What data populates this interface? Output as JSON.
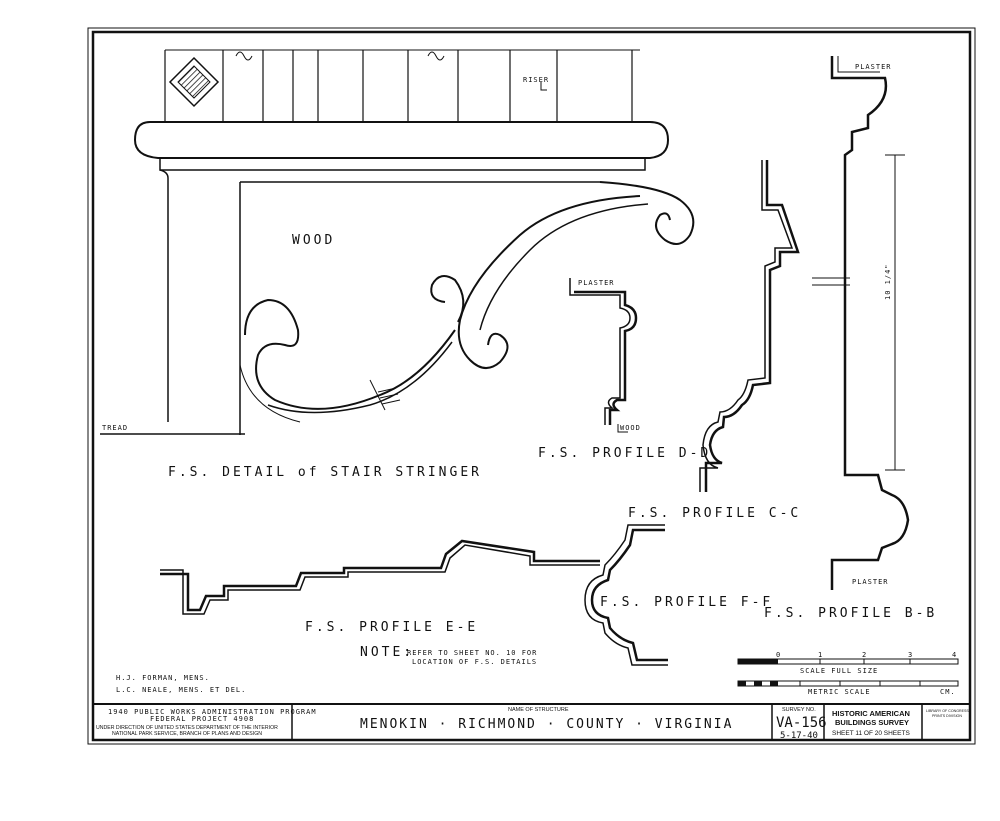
{
  "drawing": {
    "wood_label": "WOOD",
    "riser_label": "RISER",
    "tread_label": "TREAD",
    "plaster_label_1": "PLASTER",
    "plaster_label_2": "PLASTER",
    "plaster_label_3": "PLASTER",
    "wood_small_label": "WOOD",
    "dimension_label": "10 1/4\"",
    "titles": {
      "stair_stringer": "F.S. DETAIL of STAIR STRINGER",
      "profile_dd": "F.S. PROFILE D-D",
      "profile_cc": "F.S. PROFILE C-C",
      "profile_ff": "F.S. PROFILE F-F",
      "profile_bb": "F.S. PROFILE B-B",
      "profile_ee": "F.S. PROFILE E-E"
    },
    "note_prefix": "NOTE:",
    "note_line1": "REFER TO SHEET NO. 10 FOR",
    "note_line2": "LOCATION OF F.S. DETAILS",
    "credit_line1": "H.J. FORMAN, MENS.",
    "credit_line2": "L.C. NEALE, MENS. ET DEL.",
    "scale_ticks": [
      "0",
      "1",
      "2",
      "3",
      "4"
    ],
    "scale_full_label": "SCALE FULL SIZE",
    "metric_label": "METRIC SCALE",
    "cm_label": "CM."
  },
  "title_block": {
    "program_line1": "1940 PUBLIC WORKS ADMINISTRATION PROGRAM",
    "program_line2": "FEDERAL PROJECT 4908",
    "direction_line1": "UNDER DIRECTION OF UNITED STATES DEPARTMENT OF THE INTERIOR",
    "direction_line2": "NATIONAL PARK SERVICE, BRANCH OF PLANS AND DESIGN",
    "name_label": "NAME OF STRUCTURE",
    "structure_name": "MENOKIN · RICHMOND · COUNTY · VIRGINIA",
    "survey_label": "SURVEY NO.",
    "survey_no": "VA-156",
    "survey_date": "5-17-40",
    "agency_line1": "HISTORIC AMERICAN",
    "agency_line2": "BUILDINGS SURVEY",
    "sheet_info": "SHEET 11 OF 20 SHEETS",
    "copy_line1": "LIBRARY OF CONGRESS",
    "copy_line2": "PRINTS DIVISION"
  }
}
